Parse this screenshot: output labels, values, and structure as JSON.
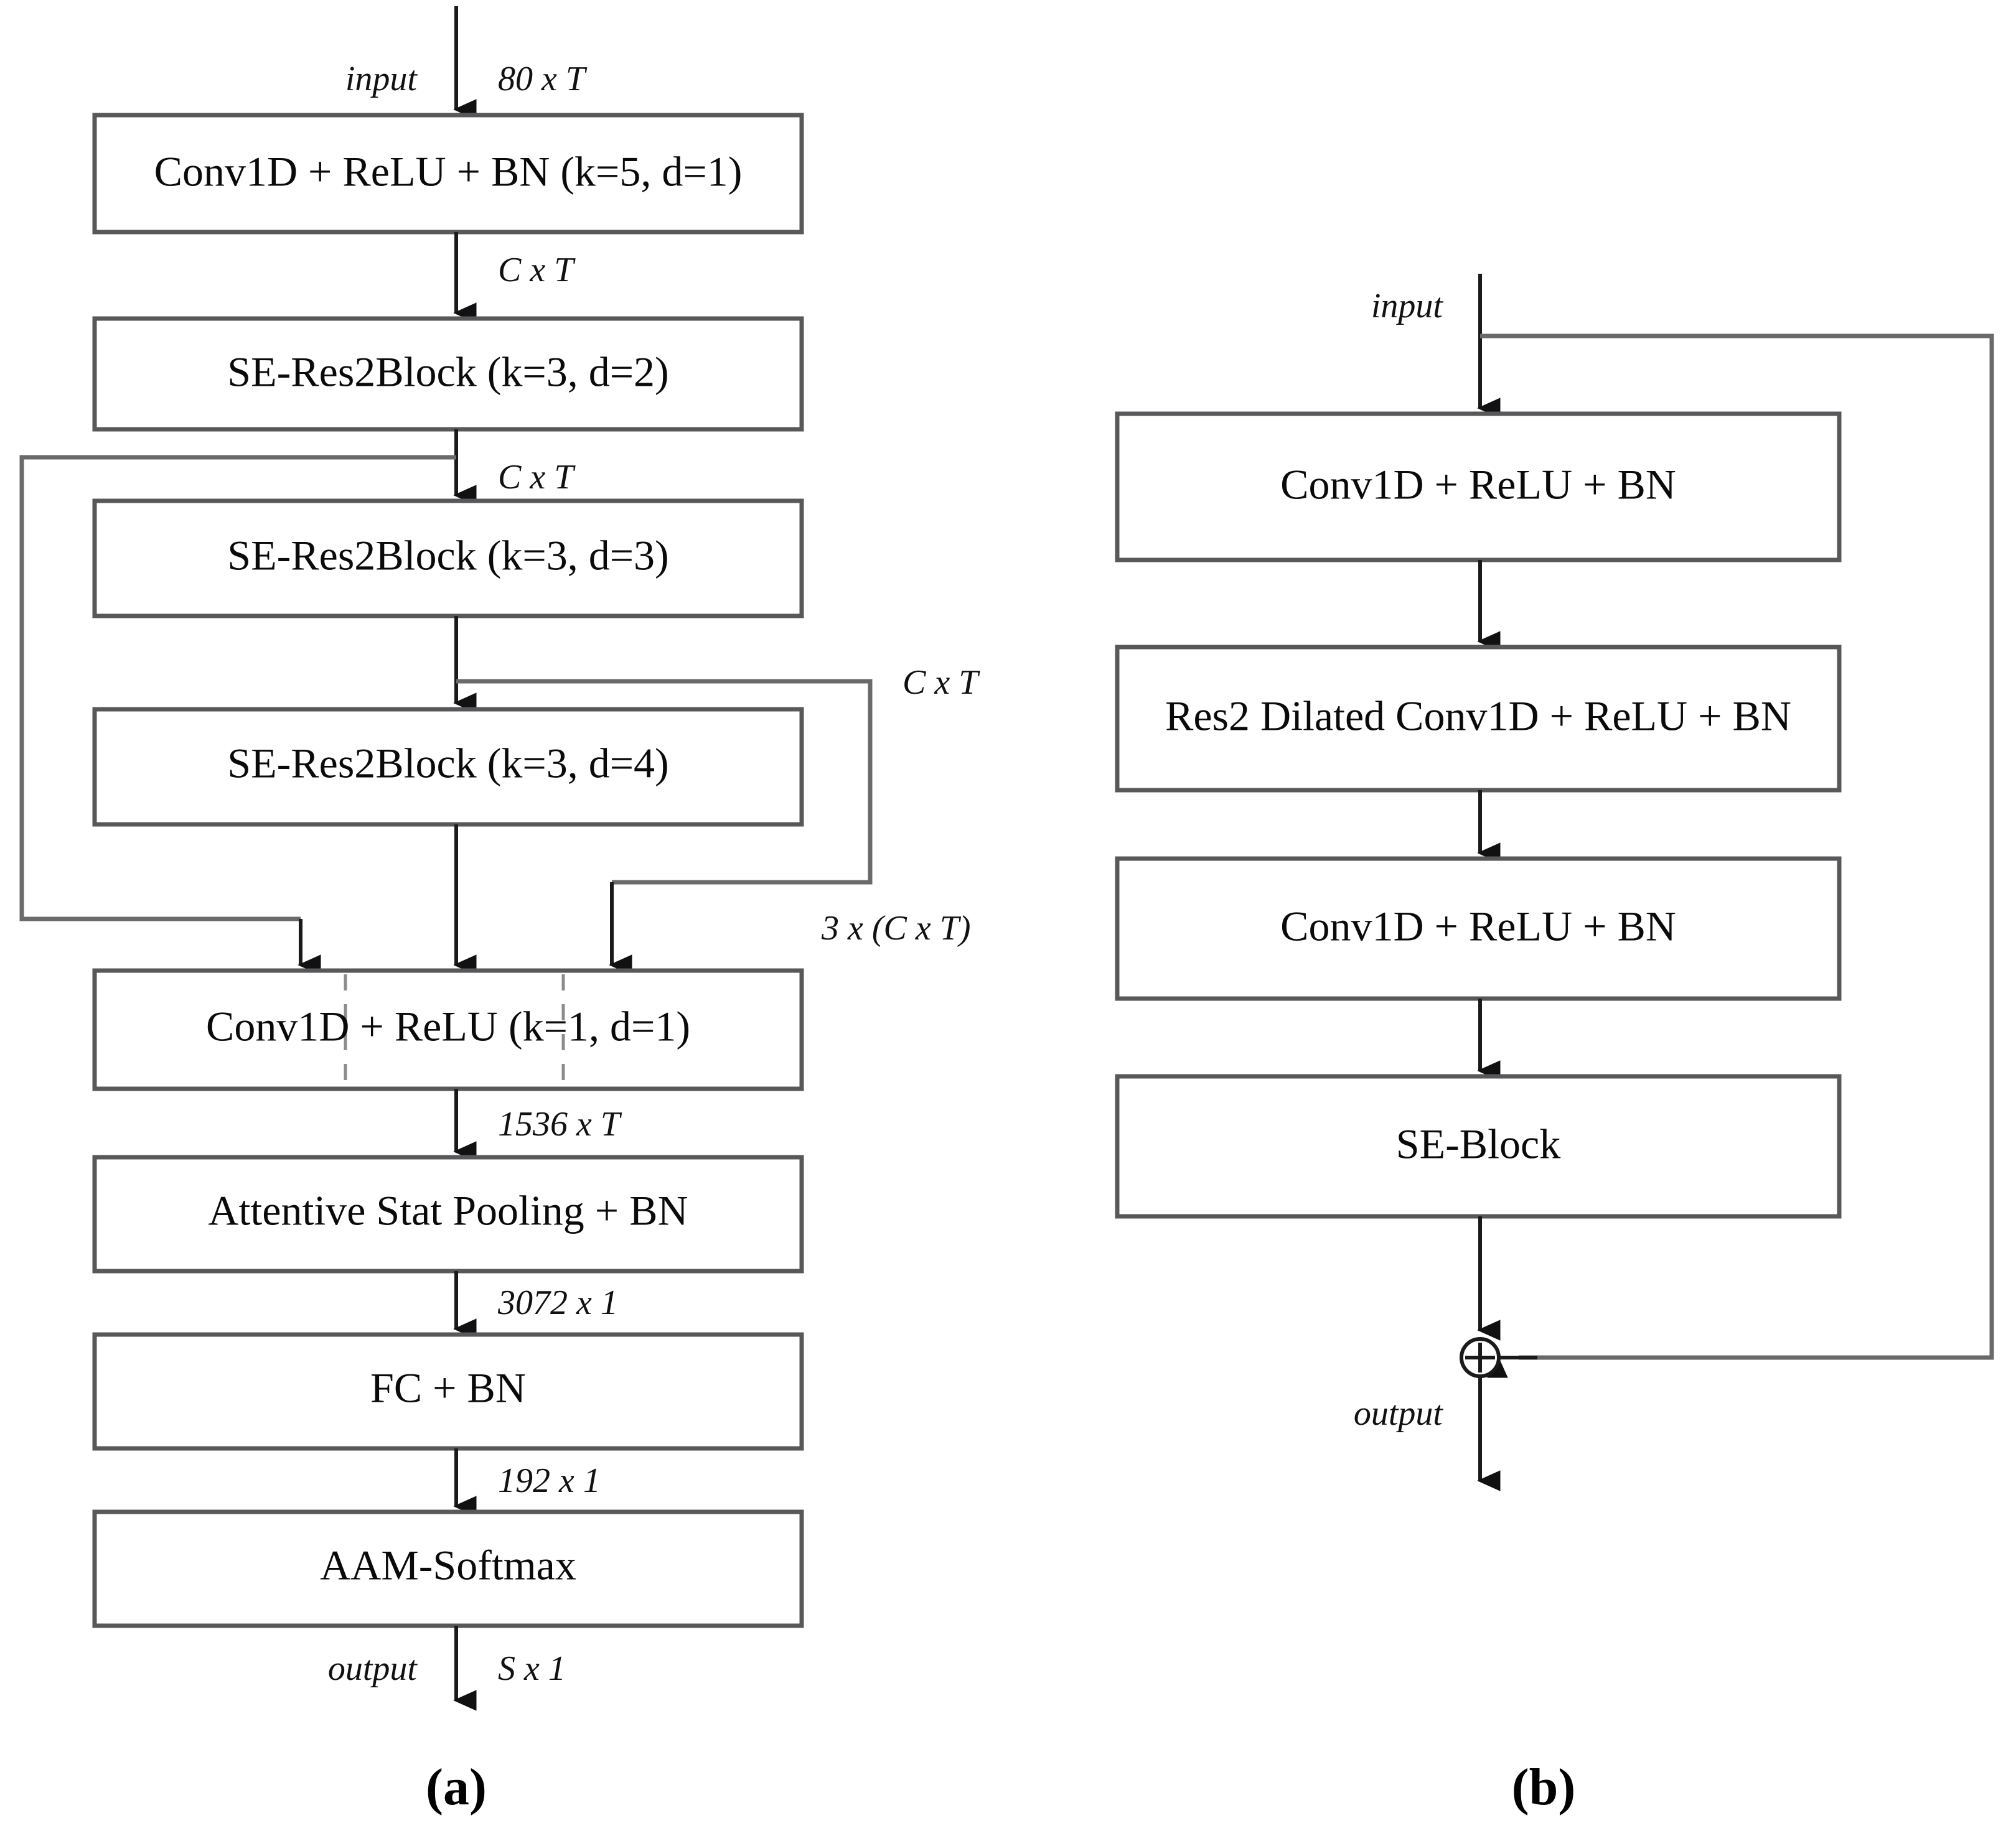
{
  "figure": {
    "panels": [
      {
        "id": "a",
        "label": "(a)",
        "name": "ecapa-tdnn-overall-architecture",
        "input_label": "input",
        "input_dim": "80 x T",
        "output_label": "output",
        "output_dim": "S x 1",
        "blocks": [
          {
            "id": "conv1d-relu-bn-k5",
            "text": "Conv1D + ReLU + BN (k=5, d=1)"
          },
          {
            "id": "se-res2block-d2",
            "text": "SE-Res2Block (k=3, d=2)"
          },
          {
            "id": "se-res2block-d3",
            "text": "SE-Res2Block (k=3, d=3)"
          },
          {
            "id": "se-res2block-d4",
            "text": "SE-Res2Block (k=3, d=4)"
          },
          {
            "id": "conv1d-relu-k1",
            "text": "Conv1D + ReLU (k=1, d=1)"
          },
          {
            "id": "attentive-stat-pooling",
            "text": "Attentive Stat Pooling + BN"
          },
          {
            "id": "fc-bn",
            "text": "FC + BN"
          },
          {
            "id": "aam-softmax",
            "text": "AAM-Softmax"
          }
        ],
        "edge_labels": [
          {
            "id": "e1",
            "text": "C x T"
          },
          {
            "id": "e2",
            "text": "C x T"
          },
          {
            "id": "e3",
            "text": "C x T"
          },
          {
            "id": "e4",
            "text": "3 x (C x T)"
          },
          {
            "id": "e5",
            "text": "1536 x T"
          },
          {
            "id": "e6",
            "text": "3072 x 1"
          },
          {
            "id": "e7",
            "text": "192 x 1"
          }
        ]
      },
      {
        "id": "b",
        "label": "(b)",
        "name": "se-res2block-detail",
        "input_label": "input",
        "output_label": "output",
        "sum_symbol": "⊕",
        "blocks": [
          {
            "id": "b-conv1d-relu-bn-1",
            "text": "Conv1D + ReLU + BN"
          },
          {
            "id": "b-res2-dilated",
            "text": "Res2 Dilated Conv1D + ReLU + BN"
          },
          {
            "id": "b-conv1d-relu-bn-2",
            "text": "Conv1D + ReLU + BN"
          },
          {
            "id": "b-se-block",
            "text": "SE-Block"
          }
        ]
      }
    ]
  },
  "colors": {
    "box_stroke": "#58585a",
    "edge": "#6a6a6c",
    "text": "#0a0a0a",
    "background": "#ffffff"
  }
}
